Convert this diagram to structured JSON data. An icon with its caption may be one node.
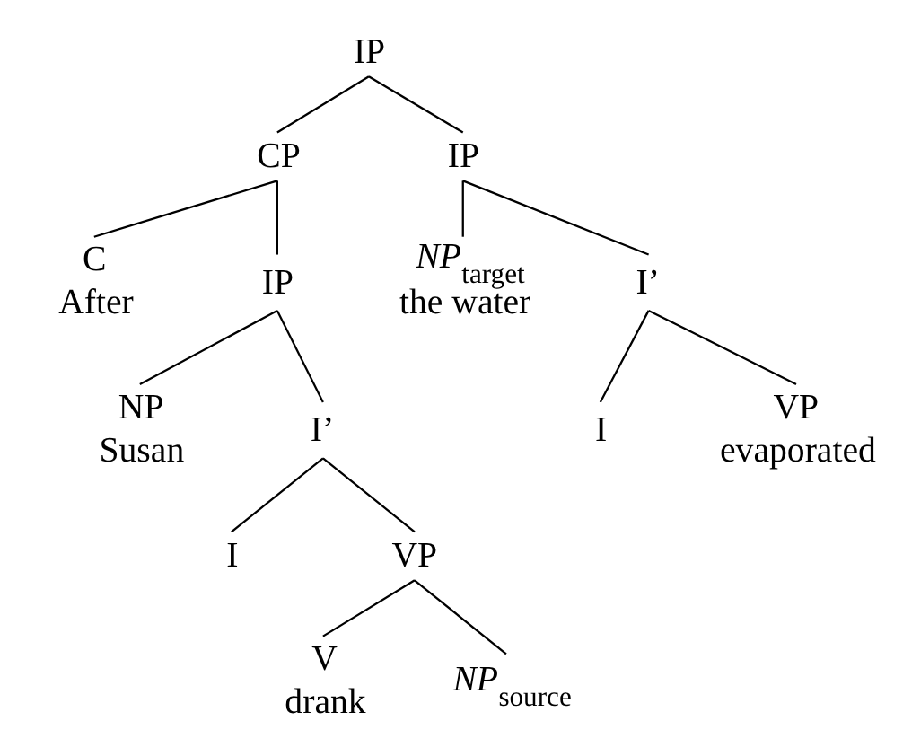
{
  "diagram": {
    "nodes": [
      {
        "text": [
          "IP"
        ]
      },
      {
        "text": [
          "CP"
        ]
      },
      {
        "text": [
          "IP"
        ]
      },
      {
        "text": [
          "C",
          "After"
        ]
      },
      {
        "text": [
          "IP"
        ]
      },
      {
        "text": [
          "*NP*$_{target}$",
          "the water"
        ]
      },
      {
        "text": [
          "I’"
        ]
      },
      {
        "text": [
          "NP",
          "Susan"
        ]
      },
      {
        "text": [
          "I’"
        ]
      },
      {
        "text": [
          "I"
        ]
      },
      {
        "text": [
          "VP",
          "evaporated"
        ]
      },
      {
        "text": [
          "I"
        ]
      },
      {
        "text": [
          "VP"
        ]
      },
      {
        "text": [
          "V",
          "drank"
        ]
      },
      {
        "text": [
          "*NP*$_{source}$"
        ]
      }
    ],
    "edges": [
      {
        "from": 0,
        "to": 1,
        "arrow": "none"
      },
      {
        "from": 0,
        "to": 2,
        "arrow": "none"
      },
      {
        "from": 1,
        "to": 3,
        "arrow": "none"
      },
      {
        "from": 1,
        "to": 4,
        "arrow": "none"
      },
      {
        "from": 2,
        "to": 5,
        "arrow": "none"
      },
      {
        "from": 2,
        "to": 6,
        "arrow": "none"
      },
      {
        "from": 4,
        "to": 7,
        "arrow": "none"
      },
      {
        "from": 4,
        "to": 8,
        "arrow": "none"
      },
      {
        "from": 6,
        "to": 9,
        "arrow": "none"
      },
      {
        "from": 6,
        "to": 10,
        "arrow": "none"
      },
      {
        "from": 8,
        "to": 11,
        "arrow": "none"
      },
      {
        "from": 8,
        "to": 12,
        "arrow": "none"
      },
      {
        "from": 12,
        "to": 13,
        "arrow": "none"
      },
      {
        "from": 12,
        "to": 14,
        "arrow": "none"
      }
    ]
  }
}
